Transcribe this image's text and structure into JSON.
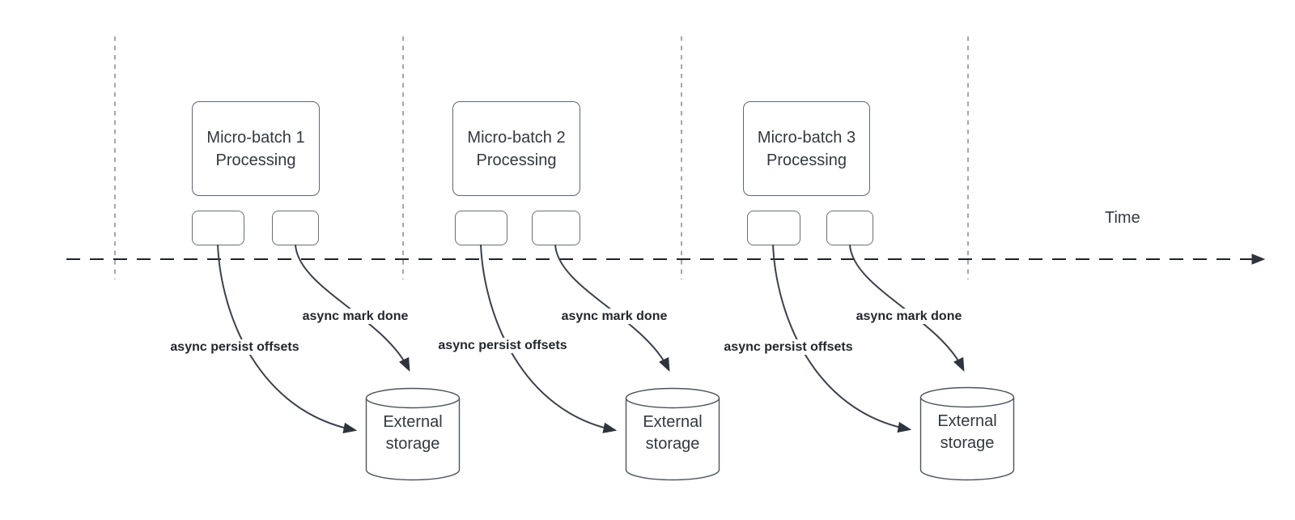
{
  "diagram": {
    "time_label": "Time",
    "groups": [
      {
        "processing_label": "Micro-batch 1 Processing",
        "persist_label": "async persist offsets",
        "mark_done_label": "async mark done",
        "storage_label": "External storage"
      },
      {
        "processing_label": "Micro-batch 2 Processing",
        "persist_label": "async persist offsets",
        "mark_done_label": "async mark done",
        "storage_label": "External storage"
      },
      {
        "processing_label": "Micro-batch 3 Processing",
        "persist_label": "async persist offsets",
        "mark_done_label": "async mark done",
        "storage_label": "External storage"
      }
    ],
    "colors": {
      "axis_line": "#1e232b",
      "boundary_line": "#a2a6ab",
      "arrow_stroke": "#3a414b",
      "box_border": "#5f6670",
      "text": "#333840"
    }
  }
}
